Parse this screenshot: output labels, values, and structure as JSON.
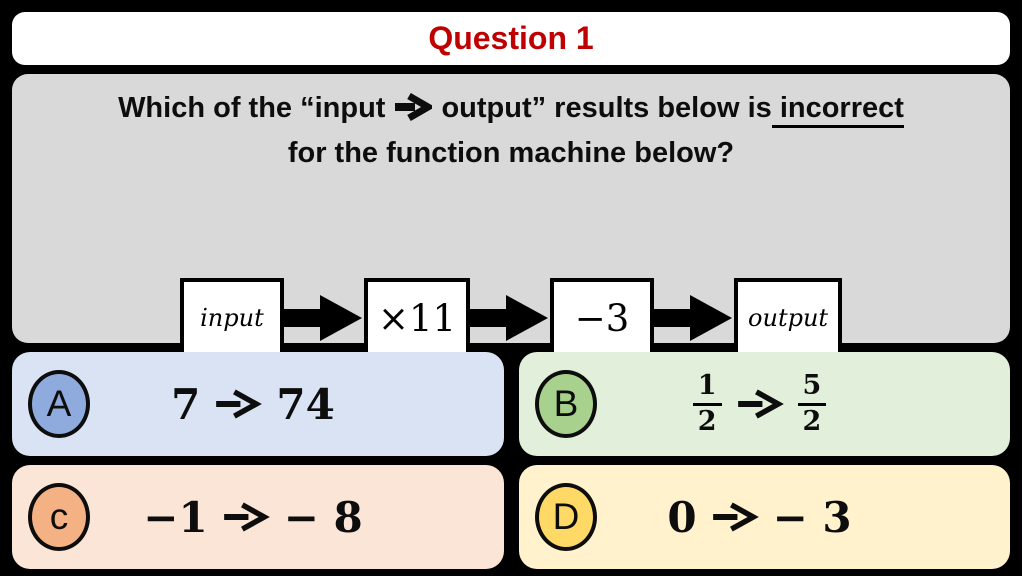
{
  "title_bar": {
    "text": "Question 1",
    "text_color": "#c00000",
    "bg": "#ffffff"
  },
  "question": {
    "bg": "#d9d9d9",
    "line1_before": "Which of the “input",
    "line1_after_arrow": "output” results below is",
    "line1_underlined": " incorrect",
    "line2": "for the function machine below?"
  },
  "machine": {
    "boxes": [
      "input",
      "×11",
      "−3",
      "output"
    ]
  },
  "answers": [
    {
      "letter": "A",
      "lhs": "7",
      "rhs": "74",
      "bg": "#dae3f3",
      "circle": "#8faadc"
    },
    {
      "letter": "B",
      "lhs_num": "1",
      "lhs_den": "2",
      "rhs_num": "5",
      "rhs_den": "2",
      "bg": "#e2efda",
      "circle": "#a9d18e"
    },
    {
      "letter": "c",
      "lhs": "−1",
      "rhs": "− 8",
      "bg": "#fbe5d6",
      "circle": "#f4b183"
    },
    {
      "letter": "D",
      "lhs": "0",
      "rhs": "− 3",
      "bg": "#fff2cc",
      "circle": "#ffd966"
    }
  ]
}
